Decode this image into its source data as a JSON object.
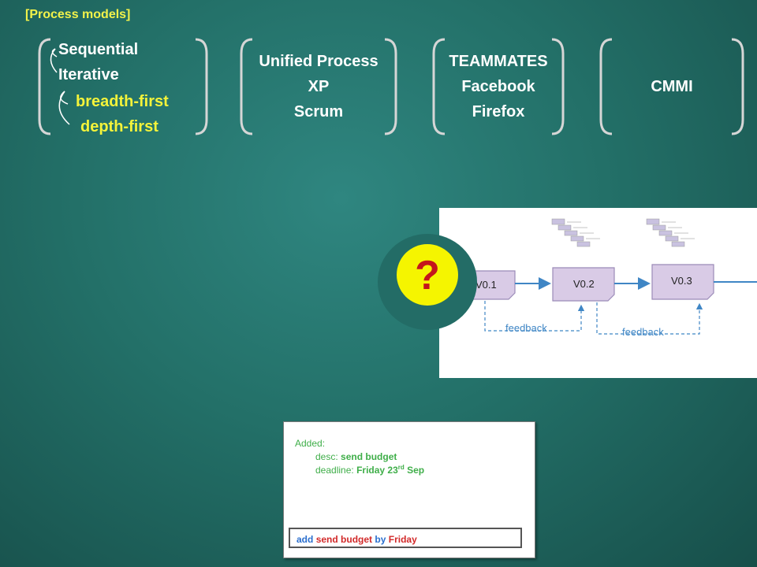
{
  "tag": "[Process models]",
  "groups": {
    "models": {
      "sequential": "Sequential",
      "iterative": "Iterative",
      "breadth": "breadth-first",
      "depth": "depth-first"
    },
    "frameworks": [
      "Unified Process",
      "XP",
      "Scrum"
    ],
    "projects": [
      "TEAMMATES",
      "Facebook",
      "Firefox"
    ],
    "cmmi": "CMMI"
  },
  "iteration_diagram": {
    "versions": [
      "V0.1",
      "V0.2",
      "V0.3"
    ],
    "feedback": [
      "feedback",
      "feedback"
    ]
  },
  "question_mark": "?",
  "command_example": {
    "added": "Added:",
    "desc_label": "desc:",
    "desc_value": "send budget",
    "deadline_label": "deadline:",
    "deadline_day": "Friday 23",
    "deadline_sup": "rd",
    "deadline_month": "Sep",
    "cmd_add": "add",
    "cmd_desc": "send budget",
    "cmd_by": "by",
    "cmd_day": "Friday"
  },
  "colors": {
    "accent_yellow": "#f4f33a",
    "question_red": "#c4161c",
    "version_fill": "#d9cbe6"
  }
}
